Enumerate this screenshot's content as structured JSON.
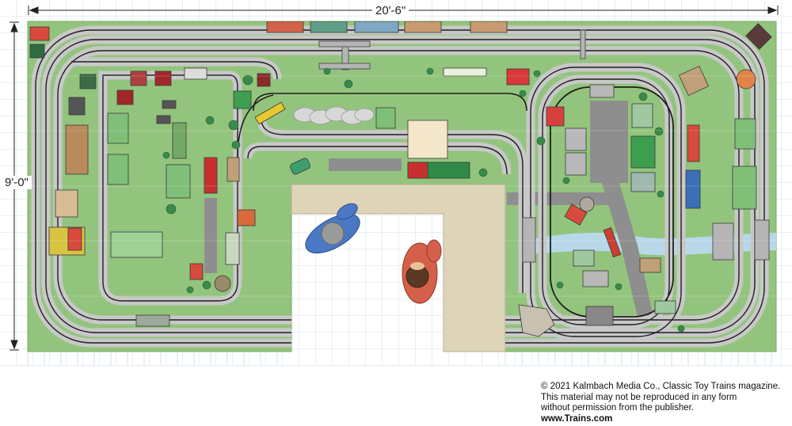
{
  "dimensions": {
    "width_label": "20'-6\"",
    "height_label": "9'-0\""
  },
  "credit": {
    "line1": "© 2021 Kalmbach Media Co., Classic Toy Trains magazine.",
    "line2": "This material may not be reproduced in any form",
    "line3": "without permission from the publisher.",
    "site": "www.Trains.com"
  },
  "colors": {
    "grass": "#93c47d",
    "track_ballast": "#c8c8c8",
    "rail": "#1e1e1e",
    "aisle": "#ded4b8",
    "grid": "#cfe0ee",
    "water": "#b8d8ea",
    "road": "#8e8e8e"
  },
  "figures": [
    {
      "name": "operator-blue-shirt",
      "shirt": "#4a78c4",
      "hair": "#9a9a9a"
    },
    {
      "name": "operator-red-shirt",
      "shirt": "#d4604a",
      "hair": "#5a3a24"
    }
  ]
}
